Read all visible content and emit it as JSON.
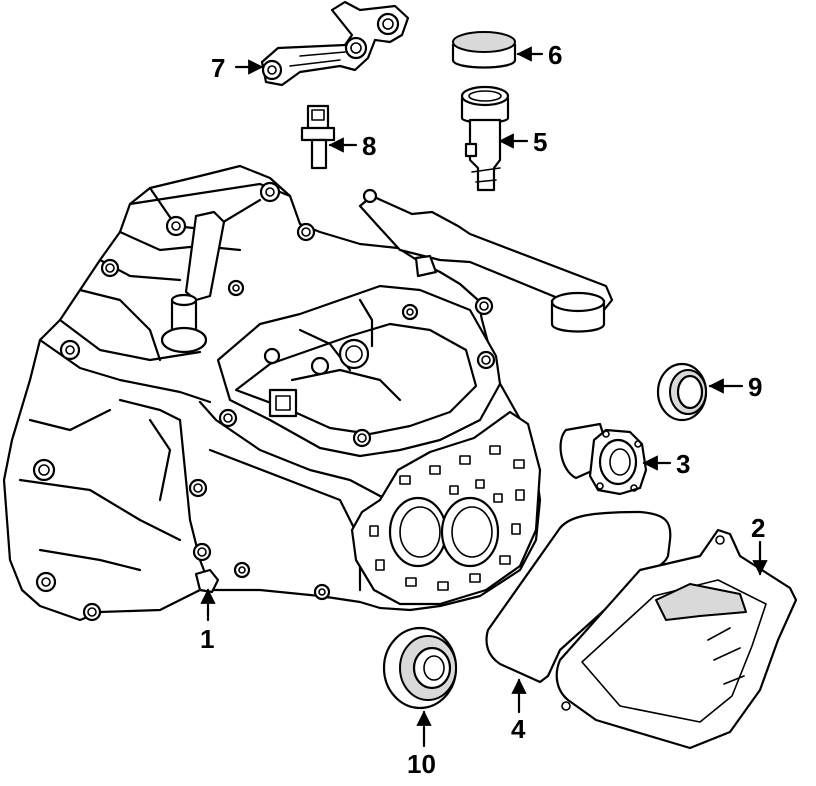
{
  "callouts": [
    {
      "id": "1",
      "label": "1"
    },
    {
      "id": "2",
      "label": "2"
    },
    {
      "id": "3",
      "label": "3"
    },
    {
      "id": "4",
      "label": "4"
    },
    {
      "id": "5",
      "label": "5"
    },
    {
      "id": "6",
      "label": "6"
    },
    {
      "id": "7",
      "label": "7"
    },
    {
      "id": "8",
      "label": "8"
    },
    {
      "id": "9",
      "label": "9"
    },
    {
      "id": "10",
      "label": "10"
    }
  ],
  "colors": {
    "line": "#000000",
    "background": "#ffffff",
    "shade": "#d9d9d9"
  }
}
